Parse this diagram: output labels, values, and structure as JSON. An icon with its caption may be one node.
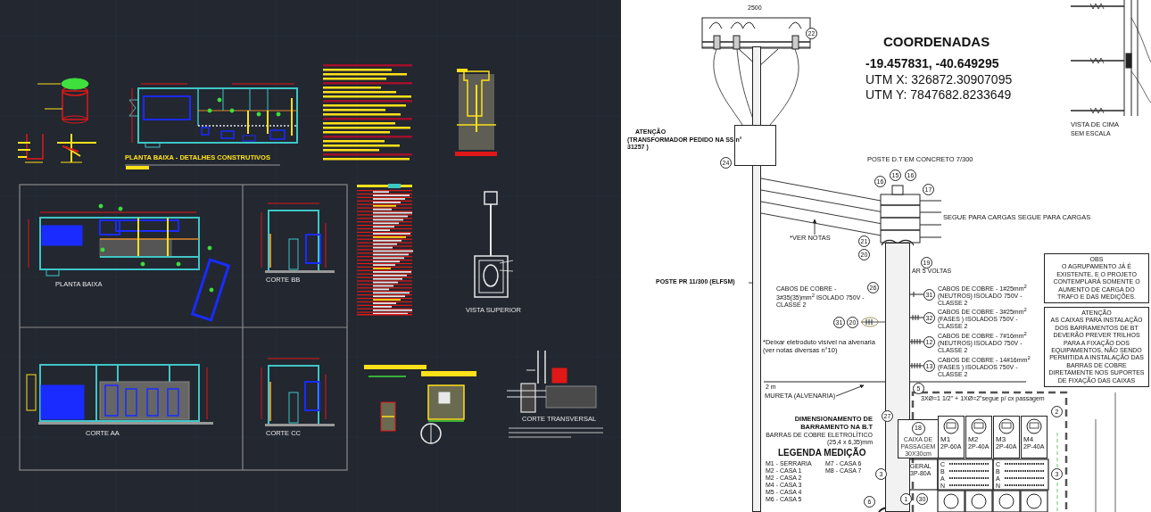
{
  "diagram": {
    "nodes": [
      {
        "text": [
          "POSTE PR 11/300  (ELFSM)"
        ]
      },
      {
        "text": [],
        "shape": "bar"
      },
      {
        "text": [],
        "shape": "bar"
      },
      {
        "text": [],
        "shape": "box"
      },
      {
        "text": [
          "*VER NOTAS"
        ]
      },
      {
        "text": [
          "MURETA (ALVENARIA)"
        ]
      },
      {
        "text": [
          "18",
          "CAIXA DE PASSAGEM 30X30cm"
        ]
      },
      {
        "text": [
          "M1",
          "2P-60A"
        ]
      },
      {
        "text": [
          "M2",
          "2P-40A"
        ]
      },
      {
        "text": [
          "M3",
          "2P-40A"
        ]
      },
      {
        "text": [
          "M4",
          "2P-40A"
        ]
      },
      {
        "text": [
          "OBS",
          "O AGRUPAMENTO JÁ É EXISTENTE, E O PROJETO CONTEMPLARÁ SOMENTE O AUMENTO DE CARGA DO TRAFO E DAS MEDIÇÕES."
        ]
      },
      {
        "text": [
          "ATENÇÃO",
          "AS CAIXAS PARA INSTALAÇÃO DOS BARRAMENTOS DE BT DEVERÃO PREVER TRILHOS PARA A FIXAÇÃO DOS EQUIPAMENTOS, NÃO SENDO PERMITIDA A INSTALAÇÃO DAS BARRAS DE COBRE DIRETAMENTE NOS SUPORTES DE FIXAÇÃO DAS CAIXAS"
        ]
      }
    ],
    "edges": [
      {
        "from": 0,
        "to": 1,
        "arrow": "none"
      },
      {
        "from": 1,
        "to": 2,
        "arrow": "none"
      },
      {
        "from": 1,
        "to": 2,
        "arrow": "none"
      },
      {
        "from": 1,
        "to": 2,
        "arrow": "none"
      },
      {
        "from": 1,
        "to": 2,
        "arrow": "none"
      },
      {
        "from": 4,
        "to": null,
        "arrow": "to"
      },
      {
        "from": 5,
        "to": null,
        "arrow": "to"
      }
    ],
    "labels": [
      "PLANTA BAIXA - DETALHES CONSTRUTIVOS",
      "PLANTA BAIXA",
      "CORTE BB",
      "VISTA SUPERIOR",
      "CORTE AA",
      "CORTE CC",
      "CORTE TRANSVERSAL",
      "2500",
      "22",
      "COORDENADAS",
      "-19.457831, -40.649295",
      "UTM X: 326872.30907095",
      "UTM Y: 7847682.8233649",
      "VISTA DE CIMA",
      "SEM ESCALA",
      "ATENÇÃO",
      "(TRANSFORMADOR PEDIDO NA SS n° 31257 )",
      "POSTE D.T EM CONCRETO 7/300",
      "16",
      "15",
      "16",
      "17",
      "21",
      "20",
      "19",
      "26",
      "31",
      "20",
      "31",
      "32",
      "12",
      "13",
      "SEGUE PARA CARGAS SEGUE PARA CARGAS",
      "AR 5 VOLTAS",
      "CABOS DE COBRE - 3#35(35)mm$^{2}$ ISOLADO 750V - CLASSE 2",
      "CABOS DE COBRE - 1#25mm$^{2}$ (NEUTROS) ISOLADO 750V - CLASSE 2",
      "CABOS DE COBRE - 3#25mm$^{2}$ (FASES ) ISOLADOS 750V - CLASSE 2",
      "CABOS DE COBRE - 7#16mm$^{2}$ (NEUTROS) ISOLADO 750V - CLASSE 2",
      "CABOS DE COBRE - 14#16mm$^{2}$ (FASES ) ISOLADOS 750V - CLASSE 2",
      "*Deixar eletroduto visível na alvenaria (ver notas diversas n°10)",
      "2 m",
      "27",
      "5",
      "3XØ=1 1/2\" + 1XØ=2\"segue p/ cx passagem",
      "2",
      "DIMENSIONAMENTO DE BARRAMENTO NA B.T",
      "BARRAS DE COBRE ELETROLÍTICO (25,4 x 6,35)mm",
      "LEGENDA MEDIÇÃO",
      "M1 - SERRARIA",
      "M7 - CASA 6",
      "M2 - CASA 1",
      "M8 - CASA 7",
      "M2 - CASA 2",
      "M4 - CASA 3",
      "M5 - CASA 4",
      "M6 - CASA 5",
      "3",
      "GERAL 3P-80A",
      "3",
      "1",
      "30",
      "6",
      "C",
      "B",
      "A",
      "N",
      "C",
      "B",
      "A",
      "N",
      "24"
    ]
  }
}
